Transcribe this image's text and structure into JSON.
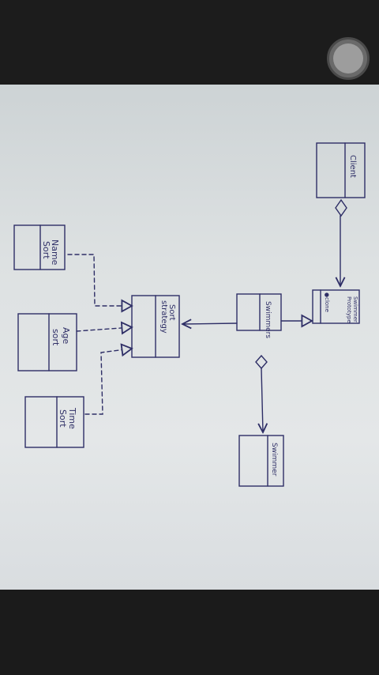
{
  "diagram": {
    "boxes": {
      "client": "Client",
      "swimmer_prototype": [
        "Swimmer",
        "Prototype",
        "●clone"
      ],
      "swimmers": "Swimmers",
      "swimmer": "Swimmer",
      "sort_strategy": [
        "Sort",
        "strategy"
      ],
      "name_sort": [
        "Name",
        "Sort"
      ],
      "age_sort": [
        "Age",
        "sort"
      ],
      "time_sort": [
        "Time",
        "Sort"
      ]
    }
  },
  "ink_color": "#2e2e66"
}
